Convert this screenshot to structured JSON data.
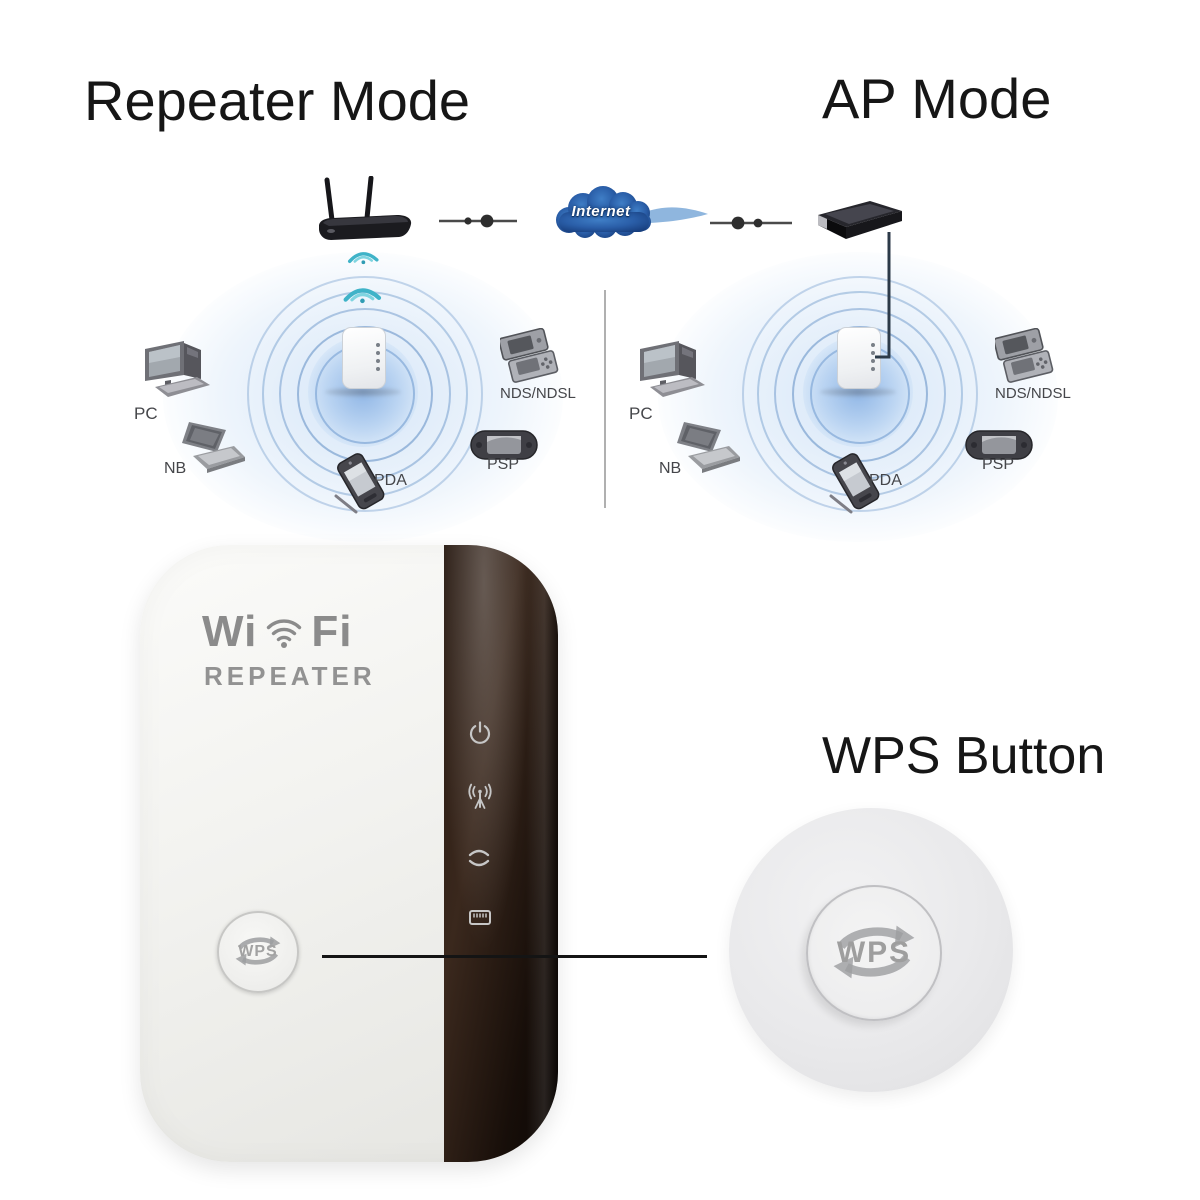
{
  "titles": {
    "repeater": "Repeater Mode",
    "ap": "AP Mode",
    "wps_callout": "WPS Button"
  },
  "diagram": {
    "internet_label": "Internet",
    "left": {
      "pc": "PC",
      "nb": "NB",
      "pda": "PDA",
      "nds": "NDS/NDSL",
      "psp": "PSP"
    },
    "right": {
      "pc": "PC",
      "nb": "NB",
      "pda": "PDA",
      "nds": "NDS/NDSL",
      "psp": "PSP"
    }
  },
  "product": {
    "logo_wi": "Wi",
    "logo_fi": "Fi",
    "logo_sub": "REPEATER",
    "wps_label": "WPS"
  },
  "wps_callout": {
    "button_label": "WPS"
  },
  "icons": {
    "logo": "wifi-arcs-icon",
    "panel_top": "power-icon",
    "panel_second": "antenna-signal-icon",
    "panel_third": "range-arcs-icon",
    "panel_fourth": "ethernet-port-icon",
    "wps": "sync-arrows-icon",
    "coverage": "wifi-coverage-rings",
    "signal": "wifi-signal-icon",
    "internet": "cloud-icon"
  },
  "colors": {
    "cloud_blue": "#2a5ea8",
    "signal_teal": "#3fb3c8",
    "ring_blue": "#769ecd",
    "panel_dark": "#20140d",
    "logo_gray": "#8b8b8b",
    "label_gray": "#45464a",
    "line_black": "#141414"
  }
}
